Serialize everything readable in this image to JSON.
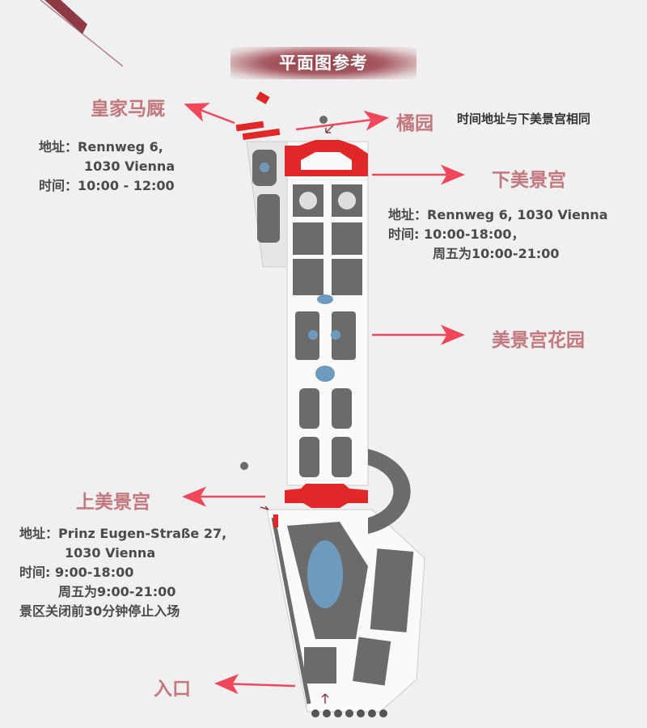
{
  "title": "平面图参考",
  "colors": {
    "label": "#c3787e",
    "arrow": "#f0485a",
    "building": "#e02828",
    "garden": "#6b6b6b",
    "water": "#6e9bbd",
    "text": "#4a4a4a"
  },
  "stables": {
    "name": "皇家马厩",
    "address_label": "地址：",
    "address_line1": "Rennweg 6,",
    "address_line2": "1030 Vienna",
    "hours_label": "时间：",
    "hours": "10:00 - 12:00"
  },
  "orangery": {
    "name": "橘园",
    "note": "时间地址与下美景宫相同"
  },
  "lower_belvedere": {
    "name": "下美景宫",
    "address_label": "地址：",
    "address": "Rennweg 6, 1030 Vienna",
    "hours_label": "时间:",
    "hours": "10:00-18:00，",
    "friday_hours": "周五为10:00-21:00"
  },
  "garden": {
    "name": "美景宫花园"
  },
  "upper_belvedere": {
    "name": "上美景宫",
    "address_label": "地址：",
    "address_line1": "Prinz Eugen-Straße 27,",
    "address_line2": "1030 Vienna",
    "hours_label": "时间:",
    "hours": "9:00-18:00",
    "friday_hours": "周五为9:00-21:00",
    "closing_note": "景区关闭前30分钟停止入场"
  },
  "entrance": {
    "name": "入口"
  }
}
